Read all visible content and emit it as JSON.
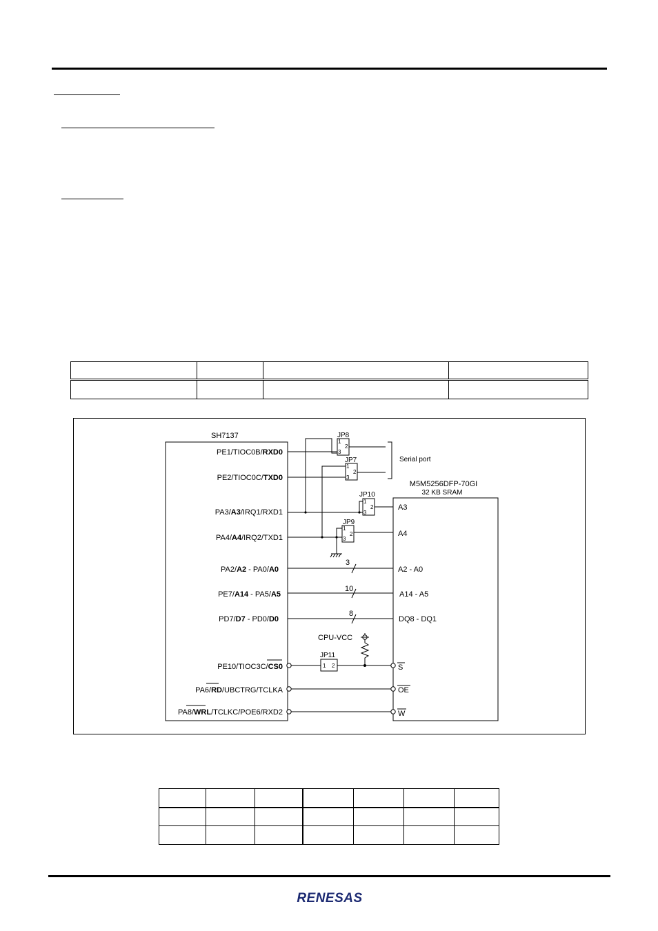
{
  "diagram": {
    "mcu_label": "SH7137",
    "mcu_pins": [
      {
        "pre": "PE1/TIOC0B/",
        "bold": "RXD0",
        "post": ""
      },
      {
        "pre": "PE2/TIOC0C/",
        "bold": "TXD0",
        "post": ""
      },
      {
        "pre": "PA3/",
        "bold": "A3",
        "post": "/IRQ1/RXD1"
      },
      {
        "pre": "PA4/",
        "bold": "A4",
        "post": "/IRQ2/TXD1"
      },
      {
        "pre": "PA2/",
        "bold": "A2",
        "post": " - PA0/",
        "bold2": "A0"
      },
      {
        "pre": "PE7/",
        "bold": "A14",
        "post": " - PA5/",
        "bold2": "A5"
      },
      {
        "pre": "PD7/",
        "bold": "D7",
        "post": " - PD0/",
        "bold2": "D0"
      },
      {
        "pre": "PE10/TIOC3C/",
        "bold": "CS0",
        "post": ""
      },
      {
        "pre": "PA6/",
        "bold": "RD",
        "post": "/UBCTRG/TCLKA"
      },
      {
        "pre": "PA8/",
        "bold": "WRL",
        "post": "/TCLKC/POE6/RXD2"
      }
    ],
    "sram_label": "M5M5256DFP-70GI",
    "sram_sublabel": "32 KB SRAM",
    "sram_pins": [
      "A3",
      "A4",
      "A2 - A0",
      "A14 - A5",
      "DQ8 - DQ1",
      "S",
      "OE",
      "W"
    ],
    "jumpers": [
      "JP8",
      "JP7",
      "JP10",
      "JP9",
      "JP11"
    ],
    "jumper_pin_numbers": [
      "1",
      "2",
      "3"
    ],
    "bus_widths": [
      "3",
      "10",
      "8"
    ],
    "serial_port_label": "Serial port",
    "vcc_label": "CPU-VCC"
  },
  "footer": {
    "logo_text": "RENESAS"
  }
}
